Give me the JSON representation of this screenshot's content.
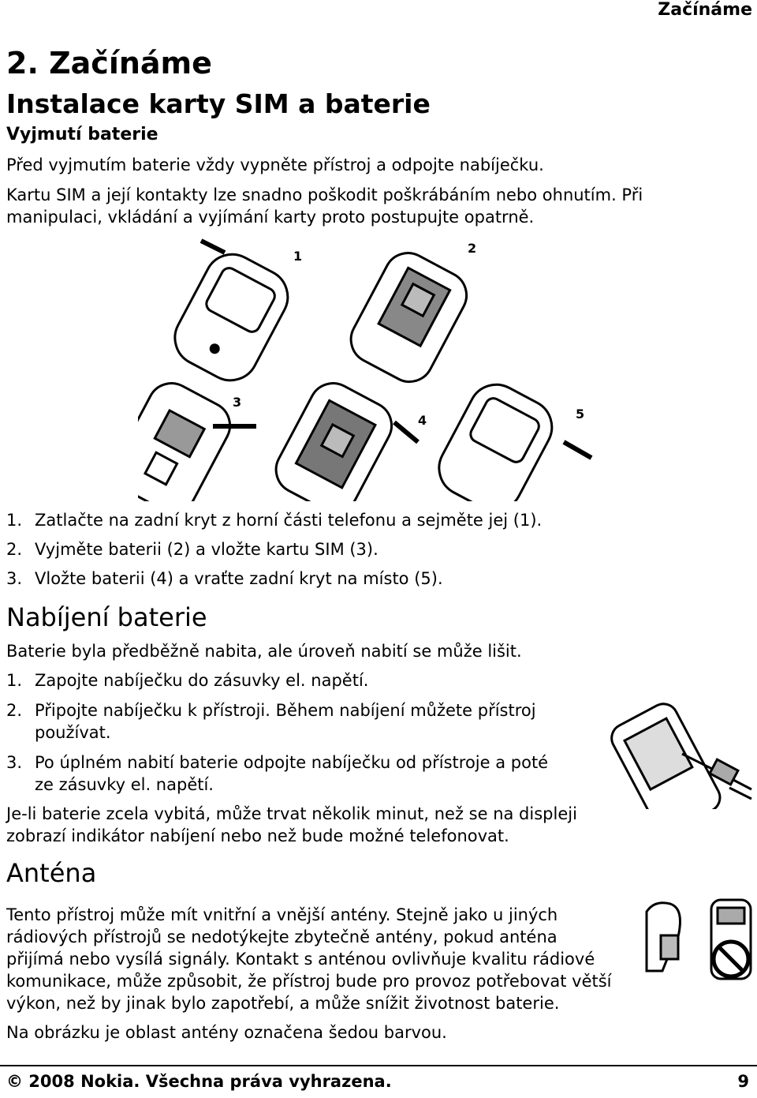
{
  "header": {
    "running_title": "Začínáme"
  },
  "chapter_title": "2. Začínáme",
  "sim_section": {
    "title": "Instalace karty SIM a baterie",
    "subtitle": "Vyjmutí baterie",
    "para1": "Před vyjmutím baterie vždy vypněte přístroj a odpojte nabíječku.",
    "para2_line1": "Kartu SIM a její kontakty lze snadno poškodit poškrábáním nebo ohnutím. Při",
    "para2_line2": "manipulaci, vkládání a vyjímání karty proto postupujte opatrně.",
    "figure_labels": [
      "1",
      "2",
      "3",
      "4",
      "5"
    ],
    "steps": [
      {
        "num": "1.",
        "text": "Zatlačte na zadní kryt z horní části telefonu a sejměte jej (1)."
      },
      {
        "num": "2.",
        "text": "Vyjměte baterii (2) a vložte kartu SIM (3)."
      },
      {
        "num": "3.",
        "text": "Vložte baterii (4) a vraťte zadní kryt na místo (5)."
      }
    ]
  },
  "charging_section": {
    "title": "Nabíjení baterie",
    "intro": "Baterie byla předběžně nabita, ale úroveň nabití se může lišit.",
    "steps": [
      {
        "num": "1.",
        "line1": "Zapojte nabíječku do zásuvky el. napětí.",
        "line2": ""
      },
      {
        "num": "2.",
        "line1": "Připojte nabíječku k přístroji. Během nabíjení můžete přístroj",
        "line2": "používat."
      },
      {
        "num": "3.",
        "line1": "Po úplném nabití baterie odpojte nabíječku od přístroje a poté",
        "line2": "ze zásuvky el. napětí."
      }
    ],
    "note_line1": "Je-li baterie zcela vybitá, může trvat několik minut, než se na displeji",
    "note_line2": "zobrazí indikátor nabíjení nebo než bude možné telefonovat."
  },
  "antenna_section": {
    "title": "Anténa",
    "para_lines": [
      "Tento přístroj může mít vnitřní a vnější antény. Stejně jako u jiných",
      "rádiových přístrojů se nedotýkejte zbytečně antény, pokud anténa",
      "přijímá nebo vysílá signály. Kontakt s anténou ovlivňuje kvalitu rádiové",
      "komunikace, může způsobit, že přístroj bude pro provoz potřebovat větší",
      "výkon, než by jinak bylo zapotřebí, a může snížit životnost baterie."
    ],
    "para2": "Na obrázku je oblast antény označena šedou barvou."
  },
  "footer": {
    "copyright": "© 2008 Nokia. Všechna práva vyhrazena.",
    "page_number": "9"
  }
}
